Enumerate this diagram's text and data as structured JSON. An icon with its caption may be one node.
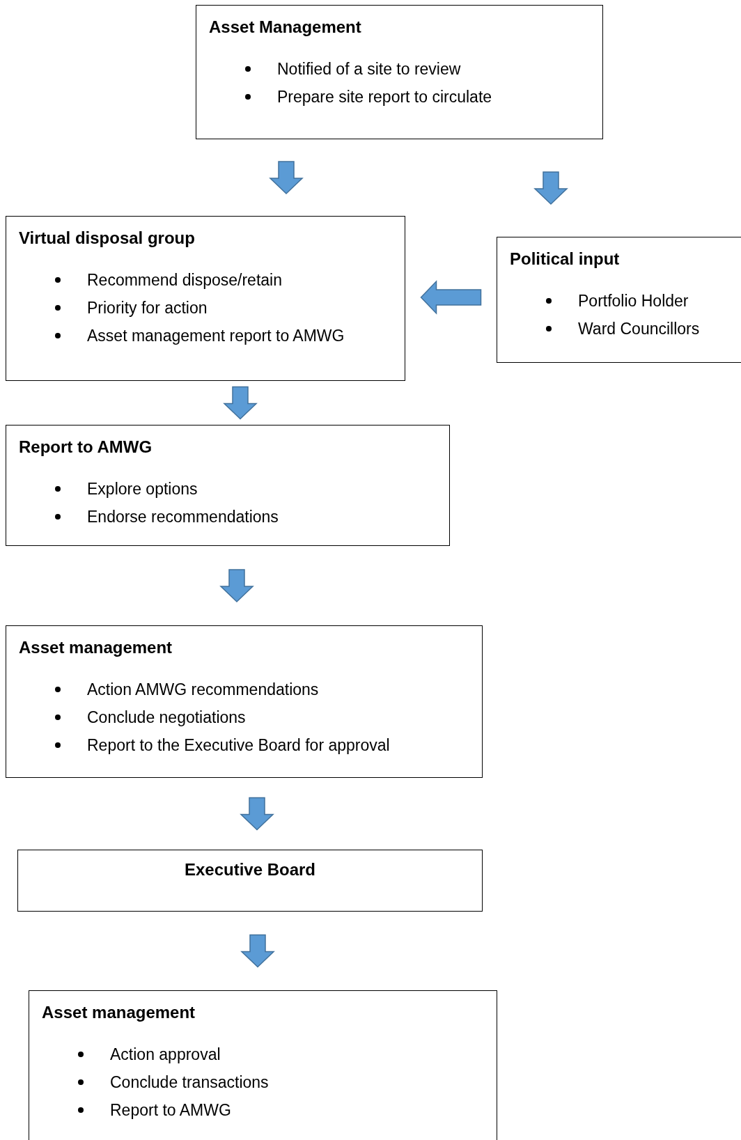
{
  "diagram": {
    "nodes": [
      {
        "text": [
          "Asset Management",
          "Notified of a site to review",
          "Prepare site report to circulate"
        ]
      },
      {
        "text": [
          "Virtual disposal group",
          "Recommend dispose/retain",
          "Priority for action",
          "Asset management report to AMWG"
        ]
      },
      {
        "text": [
          "Political input",
          "Portfolio Holder",
          "Ward Councillors"
        ]
      },
      {
        "text": [
          "Report to AMWG",
          "Explore options",
          "Endorse recommendations"
        ]
      },
      {
        "text": [
          "Asset management",
          "Action AMWG recommendations",
          "Conclude negotiations",
          "Report to the Executive Board for approval"
        ]
      },
      {
        "text": [
          "Executive Board"
        ]
      },
      {
        "text": [
          "Asset management",
          "Action approval",
          "Conclude transactions",
          "Report to AMWG"
        ]
      }
    ],
    "edges": [
      {
        "from": 0,
        "to": 1,
        "arrow": "to"
      },
      {
        "from": 0,
        "to": 2,
        "arrow": "to"
      },
      {
        "from": 2,
        "to": 1,
        "arrow": "to"
      },
      {
        "from": 1,
        "to": 3,
        "arrow": "to"
      },
      {
        "from": 3,
        "to": 4,
        "arrow": "to"
      },
      {
        "from": 4,
        "to": 5,
        "arrow": "to"
      },
      {
        "from": 5,
        "to": 6,
        "arrow": "to"
      }
    ]
  }
}
